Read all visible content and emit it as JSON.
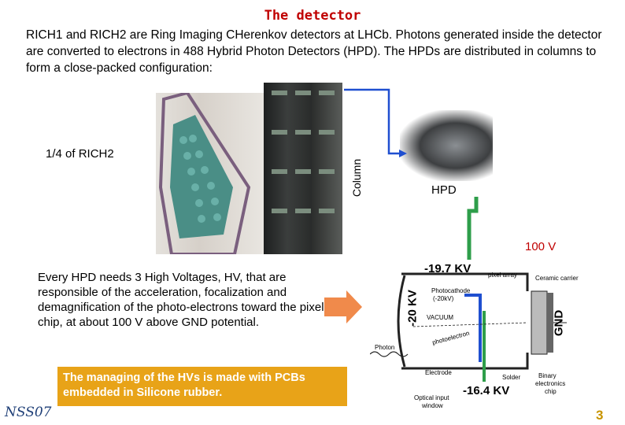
{
  "title": "The detector",
  "intro": "RICH1 and RICH2 are Ring Imaging CHerenkov detectors at LHCb. Photons generated inside the detector are converted to electrons  in 488 Hybrid Photon Detectors (HPD). The HPDs are distributed in columns to form a close-packed configuration:",
  "rich_label": "1/4 of RICH2",
  "column_label": "Column",
  "hpd_label": "HPD",
  "v100": "100 V",
  "hv_text": "Every HPD needs 3 High Voltages, HV, that are responsible of the acceleration, focalization and demagnification of  the photo-electrons toward the pixel chip, at about 100 V above GND potential.",
  "pcb_text": "The managing of the HVs is made with PCBs embedded in Silicone rubber.",
  "logo": "NSS07",
  "page_number": "3",
  "voltages": {
    "v1": "-19.7 KV",
    "v2": "-16.4 KV",
    "v3": "-20 KV",
    "gnd": "GND"
  },
  "diagram_labels": {
    "pixel_array": "pixel array",
    "ceramic_carrier": "Ceramic carrier",
    "photocathode": "Photocathode",
    "photocathode_v": "(-20kV)",
    "vacuum": "VACUUM",
    "photoelectron": "photoelectron",
    "photon": "Photon",
    "electrode": "Electrode",
    "solder_bump": "Solder",
    "binary_electronics": "Binary",
    "electronics": "electronics",
    "chip": "chip",
    "optical_input": "Optical input",
    "window": "window"
  },
  "colors": {
    "title": "#c00000",
    "accent_blue": "#1f4fd0",
    "accent_green": "#2e9e4a",
    "arrow_orange": "#f08a4b",
    "pcb_box": "#e8a318"
  }
}
